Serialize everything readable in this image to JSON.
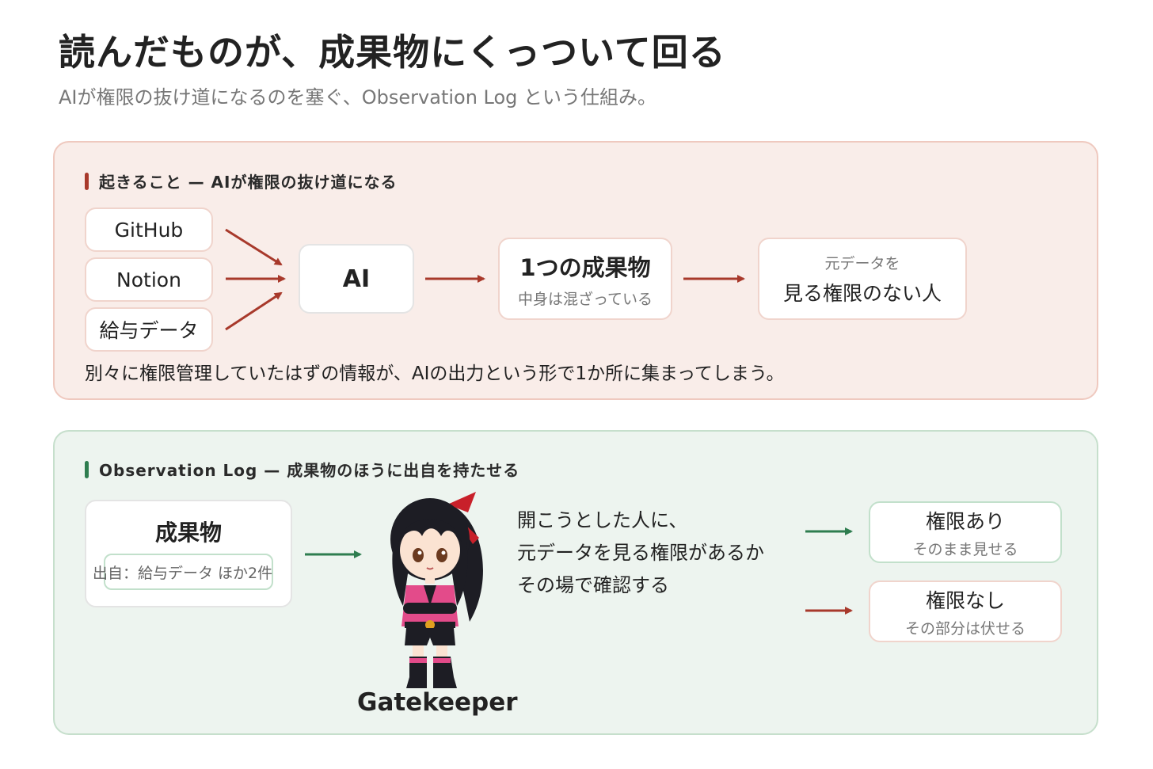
{
  "title": "読んだものが、成果物にくっついて回る",
  "subtitle": "AIが権限の抜け道になるのを塞ぐ、Observation Log という仕組み。",
  "problem": {
    "heading": "起きること — AIが権限の抜け道になる",
    "sources": [
      "GitHub",
      "Notion",
      "給与データ"
    ],
    "ai_label": "AI",
    "artifact_title": "1つの成果物",
    "artifact_sub": "中身は混ざっている",
    "viewer_top": "元データを",
    "viewer_main": "見る権限のない人",
    "caption": "別々に権限管理していたはずの情報が、AIの出力という形で1か所に集まってしまう。"
  },
  "solution": {
    "heading": "Observation Log — 成果物のほうに出自を持たせる",
    "artifact_title": "成果物",
    "origin_tag": "出自：給与データ ほか2件",
    "gatekeeper_label": "Gatekeeper",
    "check_lines": [
      "開こうとした人に、",
      "元データを見る権限があるか",
      "その場で確認する"
    ],
    "allowed_title": "権限あり",
    "allowed_sub": "そのまま見せる",
    "denied_title": "権限なし",
    "denied_sub": "その部分は伏せる"
  },
  "colors": {
    "red_accent": "#a8392b",
    "green_accent": "#2e7d4f",
    "problem_bg": "#f9ede9",
    "solution_bg": "#edf4ef"
  }
}
